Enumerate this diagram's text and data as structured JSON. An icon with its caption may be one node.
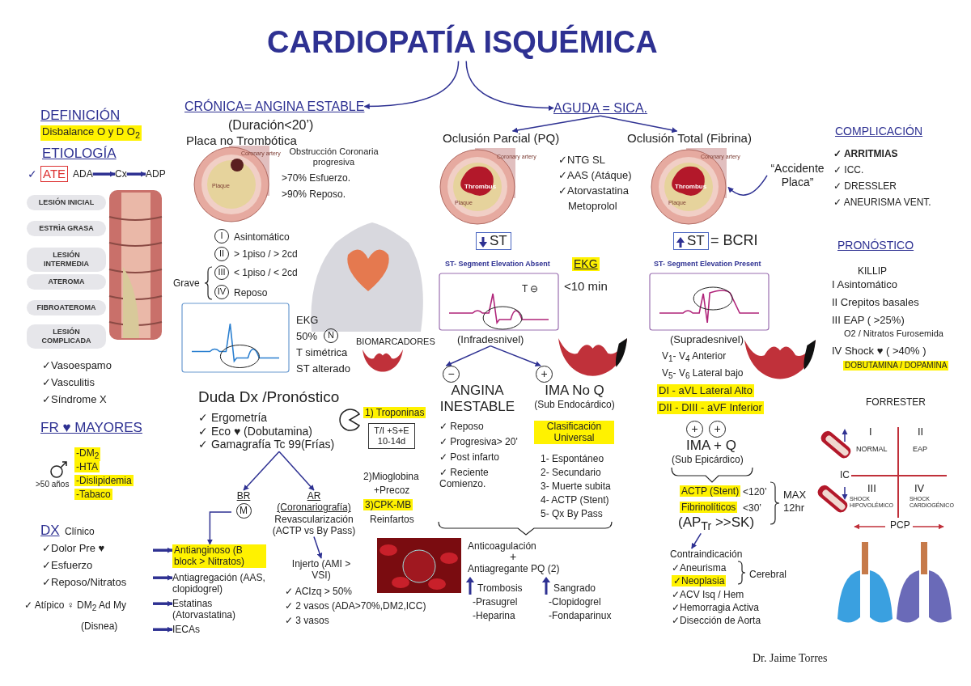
{
  "diagram": {
    "nodes": [
      {
        "text": [
          "CARDIOPATÍA ISQUÉMICA"
        ]
      },
      {
        "text": [
          "CRÓNICA= ANGINA ESTABLE"
        ]
      },
      {
        "text": [
          "AGUDA = SICA."
        ]
      },
      {
        "text": [
          "Oclusión Parcial (PQ)"
        ]
      },
      {
        "text": [
          "Oclusión Total (Fibrina)"
        ]
      },
      {
        "text": [
          "“Accidente Placa”"
        ]
      },
      {
        "text": [],
        "shape": "picture"
      },
      {
        "text": [
          "ATE"
        ],
        "beside": [
          "✓"
        ]
      },
      {
        "text": [
          "ADA"
        ]
      },
      {
        "text": [
          "Cx"
        ]
      },
      {
        "text": [
          "ADP"
        ]
      },
      {
        "text": [
          "Duda Dx /Pronóstico",
          "✓ Ergometría",
          "✓ Eco ♥ (Dobutamina)",
          "✓ Gamagrafía Tc 99(Frías)"
        ]
      },
      {
        "text": [
          "BR",
          "M"
        ]
      },
      {
        "text": [
          "AR",
          "(Coronariografía)",
          "Revascularización (ACTP vs By Pass)"
        ]
      },
      {
        "text": [
          "Antianginoso (B block > Nitratos)"
        ]
      },
      {
        "text": [
          "Antiagregación (AAS, clopidogrel)"
        ]
      },
      {
        "text": [
          "Estatinas (Atorvastatina)"
        ]
      },
      {
        "text": [
          "IECAs"
        ]
      },
      {
        "text": [
          "Injerto (AMI > VSI)"
        ]
      },
      {
        "text": [
          "(Infradesnivel)"
        ]
      },
      {
        "text": [
          "−",
          "ANGINA INESTABLE"
        ]
      },
      {
        "text": [
          "+",
          "IMA No Q",
          "(Sub Endocárdico)"
        ]
      },
      {
        "text": [
          "(AP$_{Tr}$ >>SK)"
        ]
      },
      {
        "text": [
          "Contraindicación"
        ]
      },
      {
        "text": [
          "I"
        ],
        "beside": [
          "Asintomático"
        ]
      },
      {
        "text": [
          "II"
        ],
        "beside": [
          "> 1piso / > 2cd"
        ]
      },
      {
        "text": [
          "III"
        ],
        "beside": [
          "< 1piso / < 2cd"
        ]
      },
      {
        "text": [
          "IV"
        ],
        "beside": [
          "Reposo"
        ]
      },
      {
        "text": [
          "N"
        ]
      },
      {
        "text": [
          "+"
        ]
      },
      {
        "text": [
          "+"
        ]
      }
    ],
    "edges": [
      {
        "from": 0,
        "to": 1,
        "arrow": "to"
      },
      {
        "from": 0,
        "to": 2,
        "arrow": "to"
      },
      {
        "from": 2,
        "to": 3,
        "arrow": "to"
      },
      {
        "from": 2,
        "to": 4,
        "arrow": "to"
      },
      {
        "from": 5,
        "to": 6,
        "arrow": "to"
      },
      {
        "from": 8,
        "to": 9,
        "arrow": "to",
        "style": "thick"
      },
      {
        "from": 9,
        "to": 10,
        "arrow": "to",
        "style": "thick"
      },
      {
        "from": 11,
        "to": 12,
        "arrow": "to"
      },
      {
        "from": 11,
        "to": 13,
        "arrow": "to"
      },
      {
        "from": 12,
        "to": 14,
        "arrow": "to"
      },
      {
        "from": 13,
        "to": 18,
        "arrow": "to"
      },
      {
        "from": 19,
        "to": 20,
        "arrow": "to"
      },
      {
        "from": 19,
        "to": 21,
        "arrow": "to"
      },
      {
        "from": null,
        "to": 14,
        "arrow": "to",
        "style": "thick"
      },
      {
        "from": null,
        "to": 15,
        "arrow": "to",
        "style": "thick"
      },
      {
        "from": null,
        "to": 16,
        "arrow": "to",
        "style": "thick"
      },
      {
        "from": null,
        "to": 17,
        "arrow": "to",
        "style": "thick"
      },
      {
        "from": 22,
        "to": 23,
        "arrow": "to"
      }
    ],
    "labels": [
      "DEFINICIÓN",
      "Disbalance O y D O$_{2}$",
      "ETIOLOGÍA",
      "LESIÓN INICIAL",
      "ESTRÌA GRASA",
      "LESIÓN INTERMEDIA",
      "ATEROMA",
      "FIBROATEROMA",
      "LESIÓN COMPLICADA",
      "✓Vasoespamo",
      "✓Vasculitis",
      "✓Síndrome X",
      "FR ♥ MAYORES",
      ">50 años",
      "-DM$_{2}$",
      "-HTA",
      "-Dislipidemia",
      "-Tabaco",
      "DX",
      "Clínico",
      "✓Dolor Pre ♥",
      "✓Esfuerzo",
      "✓Reposo/Nitratos",
      "✓ Atípico ♀ DM$_{2}$ Ad My",
      "(Disnea)",
      "(Duración<20’)",
      "Placa no Trombótica",
      "Coronary artery",
      "Plaque",
      "Obstrucción Coronaria progresiva",
      ">70% Esfuerzo.",
      ">90% Reposo.",
      "Grave",
      "EKG",
      "50%",
      "T simétrica",
      "ST alterado",
      "BIOMARCADORES",
      "1) Troponinas",
      "T/I +S+E 10-14d",
      "2)Mioglobina",
      "+Precoz",
      "3)CPK-MB",
      "Reinfartos",
      "✓ ACIzq > 50%",
      "✓ 2 vasos (ADA>70%,DM2,ICC)",
      "✓ 3 vasos",
      "Coronary artery",
      "Thrombus",
      "Plaque",
      "✓NTG SL",
      "✓AAS (Atáque)",
      "✓Atorvastatina",
      "Metoprolol",
      "ST",
      "ST- Segment Elevation Absent",
      "T ⊖",
      "EKG",
      "<10 min",
      "✓ Reposo",
      "✓ Progresiva> 20'",
      "✓ Post infarto",
      "✓ Reciente Comienzo.",
      "Clasificación Universal",
      "1- Espontáneo",
      "2- Secundario",
      "3- Muerte subita",
      "4- ACTP (Stent)",
      "5- Qx By Pass",
      "Anticoagulación",
      "+",
      "Antiagregante PQ (2)",
      "Trombosis",
      "-Prasugrel",
      "-Heparina",
      "Sangrado",
      "-Clopidogrel",
      "-Fondaparinux",
      "Coronary artery",
      "Thrombus",
      "Plaque",
      "ST",
      "= BCRI",
      "ST- Segment Elevation Present",
      "(Supradesnivel)",
      "V$_{1}$- V$_{4}$ Anterior",
      "V$_{5}$- V$_{6}$ Lateral bajo",
      "DI - aVL  Lateral Alto",
      "DII - DIII - aVF Inferior",
      "IMA + Q",
      "(Sub Epicárdico)",
      "ACTP (Stent)",
      "<120’",
      "Fibrinolíticos",
      "<30’",
      "MAX 12hr",
      "✓Aneurisma",
      "✓Neoplasia",
      "Cerebral",
      "✓ACV Isq / Hem",
      "✓Hemorragia Activa",
      "✓Disección de Aorta",
      "COMPLICACIÓN",
      "✓ ARRITMIAS",
      "✓ ICC.",
      "✓ DRESSLER",
      "✓ ANEURISMA VENT.",
      "PRONÓSTICO",
      "KILLIP",
      "I Asintomático",
      "II Crepitos basales",
      "III EAP ( >25%)",
      "O2 / Nitratos Furosemida",
      "IV Shock ♥ ( >40% )",
      "DOBUTAMINA / DOPAMINA",
      "FORRESTER",
      "I",
      "NORMAL",
      "II",
      "EAP",
      "IC",
      "III",
      "SHOCK HIPOVOLÉMICO",
      "IV",
      "SHOCK CARDIOGÉNICO",
      "PCP",
      "Dr. Jaime Torres"
    ]
  }
}
